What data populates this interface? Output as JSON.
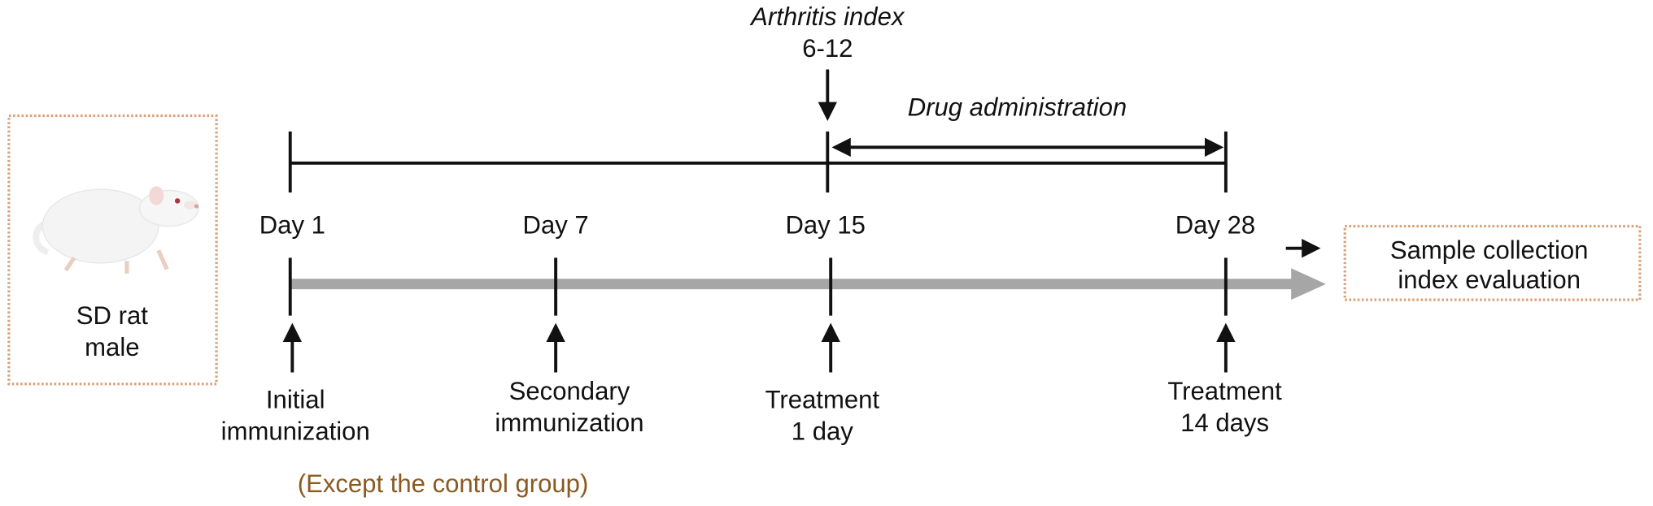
{
  "subject": {
    "line1": "SD rat",
    "line2": "male",
    "image": "white-rat-photo"
  },
  "arthritis": {
    "title": "Arthritis index",
    "range": "6-12"
  },
  "drug_label": "Drug administration",
  "days": [
    "Day 1",
    "Day 7",
    "Day 15",
    "Day 28"
  ],
  "events": [
    {
      "line1": "Initial",
      "line2": "immunization"
    },
    {
      "line1": "Secondary",
      "line2": "immunization"
    },
    {
      "line1": "Treatment",
      "line2": "1 day"
    },
    {
      "line1": "Treatment",
      "line2": "14 days"
    }
  ],
  "note": "(Except the control group)",
  "outcome": {
    "line1": "Sample collection",
    "line2": "index evaluation"
  },
  "colors": {
    "box_border": "#d9a27a",
    "timeline": "#a6a6a6",
    "note": "#8a5a20"
  }
}
